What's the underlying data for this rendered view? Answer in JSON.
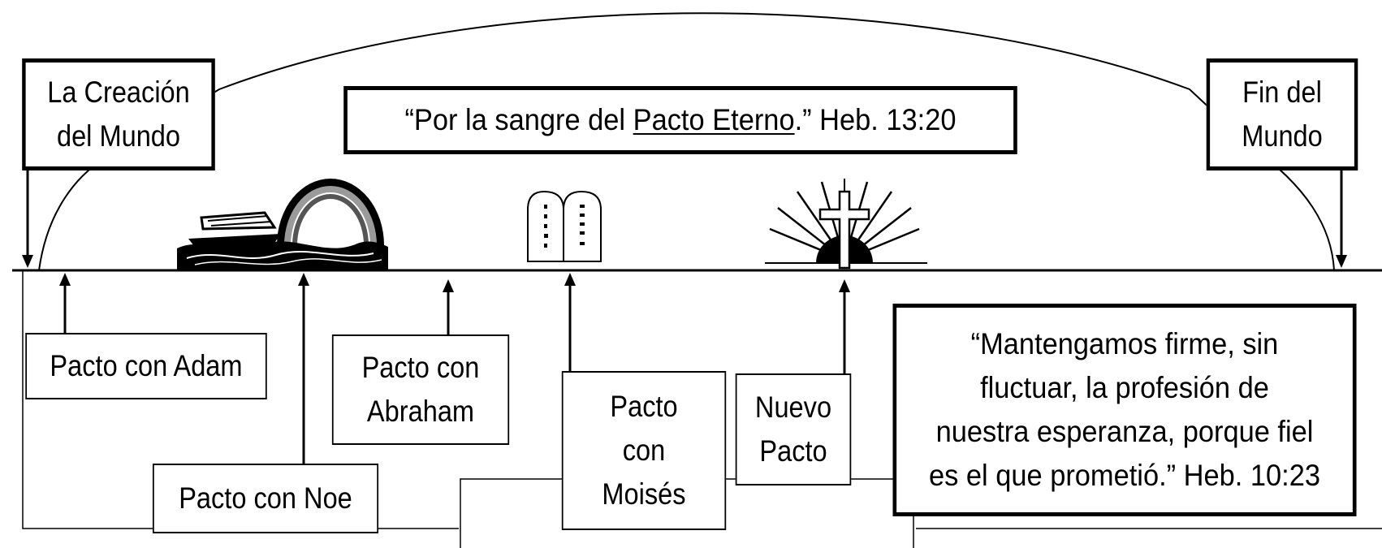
{
  "labels": {
    "creation": [
      "La Creación",
      "del Mundo"
    ],
    "end": [
      "Fin del",
      "Mundo"
    ],
    "adam": "Pacto con Adam",
    "noe": "Pacto con Noe",
    "abraham": [
      "Pacto con",
      "Abraham"
    ],
    "moises": [
      "Pacto",
      "con",
      "Moisés"
    ],
    "nuevo": [
      "Nuevo",
      "Pacto"
    ]
  },
  "quote_top": {
    "before": "“Por la sangre del ",
    "underlined": "Pacto Eterno",
    "after": ".” Heb. 13:20"
  },
  "quote_bottom": {
    "lines": [
      "“Mantengamos firme, sin",
      "fluctuar, la profesión  de",
      "nuestra esperanza, porque fiel",
      "es el que prometió.” Heb. 10:23"
    ]
  },
  "icon_names": [
    "ark-rainbow-icon",
    "tablets-icon",
    "cross-sunrise-icon"
  ],
  "colors": {
    "ink": "#000000",
    "paper": "#ffffff"
  }
}
